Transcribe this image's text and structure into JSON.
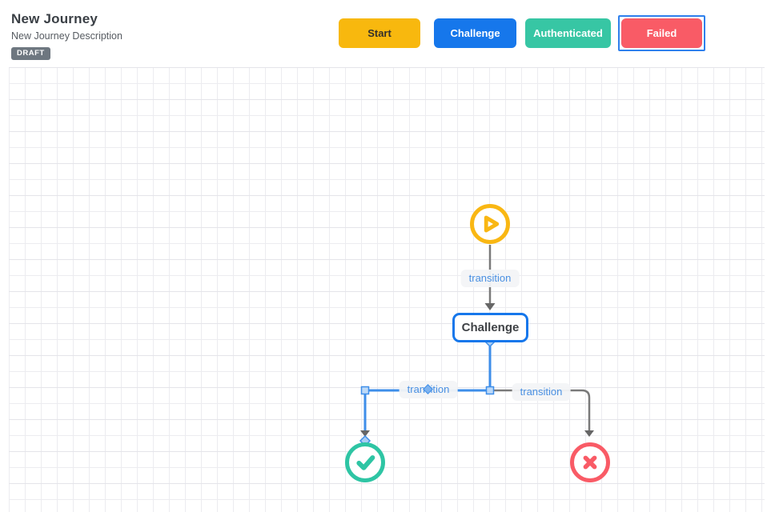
{
  "header": {
    "title": "New Journey",
    "description": "New Journey Description",
    "status": "DRAFT"
  },
  "palette": {
    "buttons": [
      {
        "label": "Start",
        "color": "#F8B80E",
        "text_color": "#33302B",
        "selected": false
      },
      {
        "label": "Challenge",
        "color": "#1677EB",
        "text_color": "#FFFFFF",
        "selected": false
      },
      {
        "label": "Authenticated",
        "color": "#37C6A4",
        "text_color": "#FFFFFF",
        "selected": false
      },
      {
        "label": "Failed",
        "color": "#F95B66",
        "text_color": "#FFFFFF",
        "selected": true
      }
    ],
    "selection_outline_color": "#2F80ED"
  },
  "canvas": {
    "nodes": [
      {
        "id": "start",
        "type": "start",
        "icon": "play-circle-icon",
        "color": "#F9B713"
      },
      {
        "id": "challenge",
        "type": "state",
        "label": "Challenge",
        "border_color": "#1677EB"
      },
      {
        "id": "authenticated",
        "type": "success",
        "icon": "check-circle-icon",
        "color": "#2EC5A4"
      },
      {
        "id": "failed",
        "type": "failure",
        "icon": "x-circle-icon",
        "color": "#F95B66"
      }
    ],
    "edges": [
      {
        "from": "start",
        "to": "challenge",
        "label": "transition",
        "selected": false,
        "color": "#7A7A7A"
      },
      {
        "from": "challenge",
        "to": "authenticated",
        "label": "transition",
        "selected": true,
        "color": "#3E8EE9"
      },
      {
        "from": "challenge",
        "to": "failed",
        "label": "transition",
        "selected": false,
        "color": "#7A7A7A"
      }
    ],
    "edge_label_text_color": "#4A90E2",
    "grid_line_color": "#ECECF0"
  }
}
